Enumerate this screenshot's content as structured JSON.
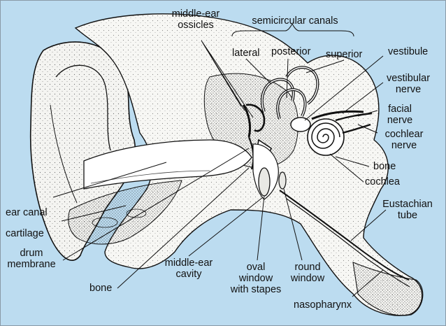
{
  "colors": {
    "background": "#bcdcf0",
    "tissue": "#f7f7f4",
    "ink": "#111111",
    "frame": "#8a9aa6"
  },
  "labels": {
    "middle_ear_ossicles": "middle-ear\nossicles",
    "semicircular_canals": "semicircular canals",
    "lateral": "lateral",
    "posterior": "posterior",
    "superior": "superior",
    "vestibule": "vestibule",
    "vestibular_nerve": "vestibular\nnerve",
    "facial_nerve": "facial\nnerve",
    "cochlear_nerve": "cochlear\nnerve",
    "bone_right": "bone",
    "cochlea": "cochlea",
    "eustachian_tube": "Eustachian\ntube",
    "ear_canal": "ear canal",
    "cartilage": "cartilage",
    "drum_membrane": "drum\nmembrane",
    "bone_bottom": "bone",
    "middle_ear_cavity": "middle-ear\ncavity",
    "oval_window": "oval\nwindow\nwith stapes",
    "round_window": "round\nwindow",
    "nasopharynx": "nasopharynx"
  }
}
